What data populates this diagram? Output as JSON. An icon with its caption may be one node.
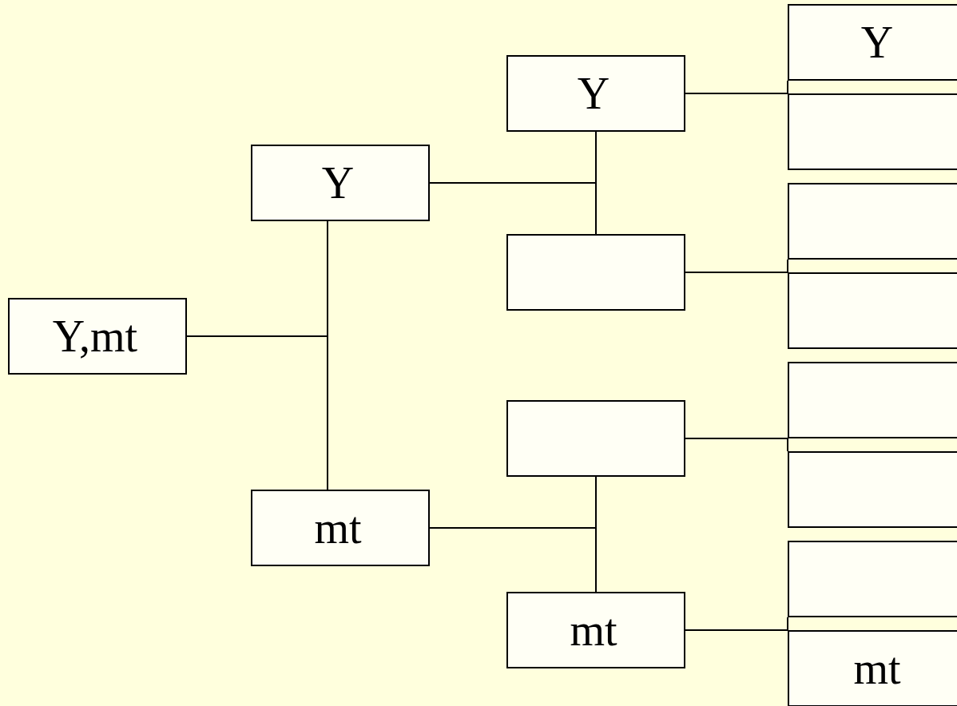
{
  "diagram": {
    "nodes": [
      {
        "text": [
          "Y,mt"
        ]
      },
      {
        "text": [
          "Y"
        ]
      },
      {
        "text": [
          "mt"
        ]
      },
      {
        "text": [
          "Y"
        ]
      },
      {
        "text": [],
        "shape": "box"
      },
      {
        "text": [],
        "shape": "box"
      },
      {
        "text": [
          "mt"
        ]
      },
      {
        "text": [
          "Y"
        ]
      },
      {
        "text": [],
        "shape": "box"
      },
      {
        "text": [],
        "shape": "box"
      },
      {
        "text": [],
        "shape": "box"
      },
      {
        "text": [],
        "shape": "box"
      },
      {
        "text": [],
        "shape": "box"
      },
      {
        "text": [],
        "shape": "box"
      },
      {
        "text": [
          "mt"
        ]
      }
    ],
    "edges": [
      {
        "from": 0,
        "to": 1,
        "arrow": "none"
      },
      {
        "from": 0,
        "to": 2,
        "arrow": "none"
      },
      {
        "from": 1,
        "to": 3,
        "arrow": "none"
      },
      {
        "from": 1,
        "to": 4,
        "arrow": "none"
      },
      {
        "from": 2,
        "to": 5,
        "arrow": "none"
      },
      {
        "from": 2,
        "to": 6,
        "arrow": "none"
      },
      {
        "from": 3,
        "to": 7,
        "arrow": "none"
      },
      {
        "from": 3,
        "to": 8,
        "arrow": "none"
      },
      {
        "from": 4,
        "to": 9,
        "arrow": "none"
      },
      {
        "from": 4,
        "to": 10,
        "arrow": "none"
      },
      {
        "from": 5,
        "to": 11,
        "arrow": "none"
      },
      {
        "from": 5,
        "to": 12,
        "arrow": "none"
      },
      {
        "from": 6,
        "to": 13,
        "arrow": "none"
      },
      {
        "from": 6,
        "to": 14,
        "arrow": "none"
      }
    ]
  }
}
